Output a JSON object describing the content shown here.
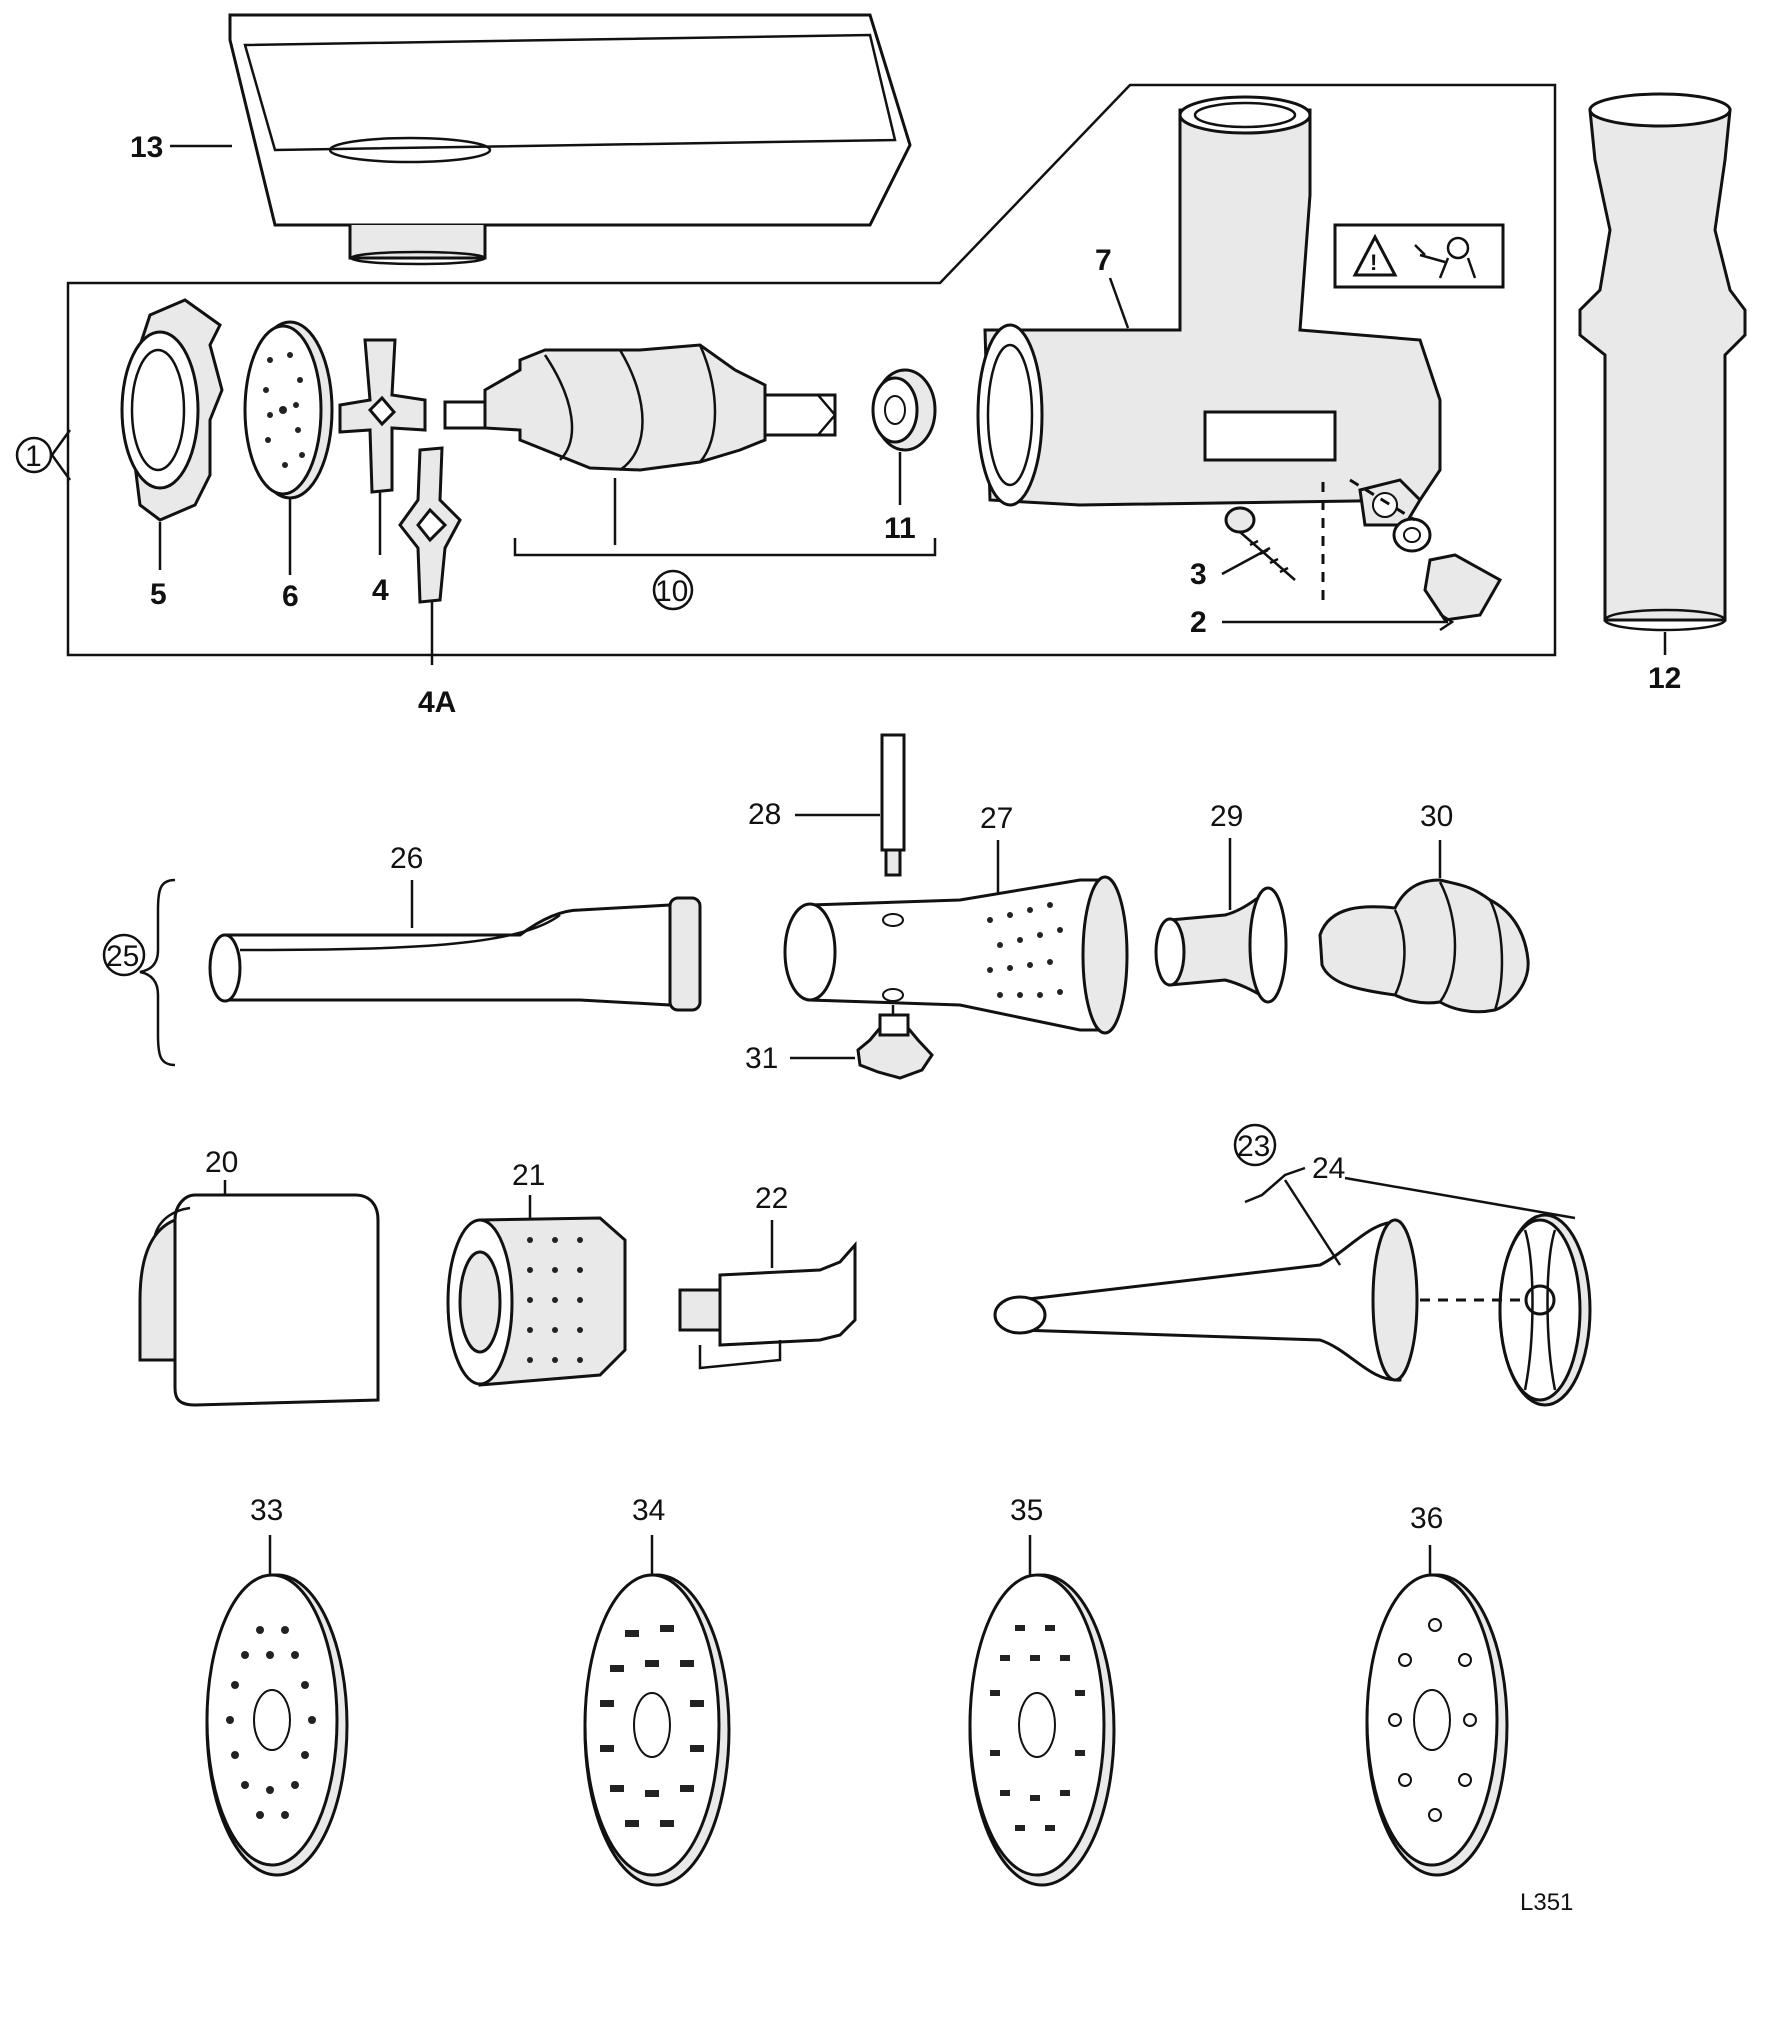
{
  "labels": {
    "p1": "1",
    "p2": "2",
    "p3": "3",
    "p4": "4",
    "p4a": "4A",
    "p5": "5",
    "p6": "6",
    "p7": "7",
    "p10": "10",
    "p11": "11",
    "p12": "12",
    "p13": "13",
    "p20": "20",
    "p21": "21",
    "p22": "22",
    "p23": "23",
    "p24": "24",
    "p25": "25",
    "p26": "26",
    "p27": "27",
    "p28": "28",
    "p29": "29",
    "p30": "30",
    "p31": "31",
    "p33": "33",
    "p34": "34",
    "p35": "35",
    "p36": "36"
  },
  "drawing_code": "L351",
  "icons": {
    "warning": "warning-triangle-icon",
    "hand_warning": "hand-hazard-icon"
  },
  "colors": {
    "ink": "#111111",
    "paper": "#ffffff",
    "shade": "#e9e9e9"
  }
}
